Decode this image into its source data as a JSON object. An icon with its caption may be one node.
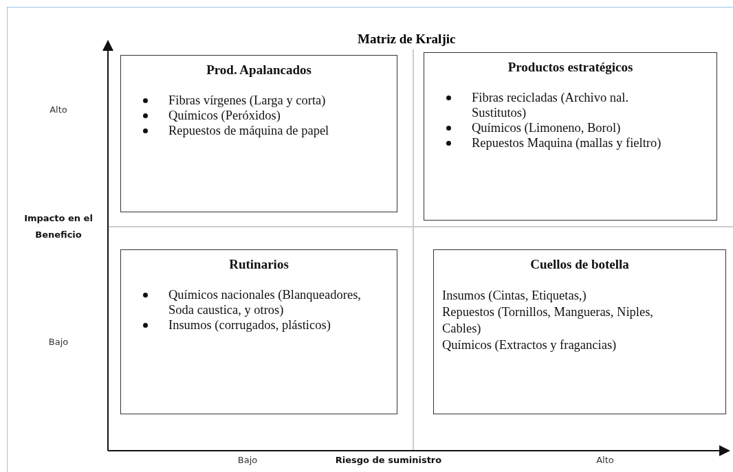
{
  "diagram": {
    "title": "Matriz de Kraljic",
    "nodes": [
      {
        "text": [
          "Prod. Apalancados",
          "Fibras vírgenes (Larga y corta)",
          "Químicos (Peróxidos)",
          "Repuestos de máquina de papel"
        ]
      },
      {
        "text": [
          "Productos estratégicos",
          "Fibras recicladas (Archivo nal. Sustitutos)",
          "Químicos (Limoneno, Borol)",
          "Repuestos Maquina (mallas y fieltro)"
        ]
      },
      {
        "text": [
          "Rutinarios",
          "Químicos nacionales (Blanqueadores, Soda caustica, y otros)",
          "Insumos (corrugados, plásticos)"
        ]
      },
      {
        "text": [
          "Cuellos de botella",
          "Insumos (Cintas, Etiquetas,)",
          "Repuestos (Tornillos, Mangueras, Niples, Cables)",
          "Químicos (Extractos y fragancias)"
        ]
      }
    ],
    "edges": [],
    "labels": [
      "Alto",
      "Impacto en el Beneficio",
      "Bajo",
      "Bajo",
      "Riesgo de suministro",
      "Alto"
    ]
  }
}
